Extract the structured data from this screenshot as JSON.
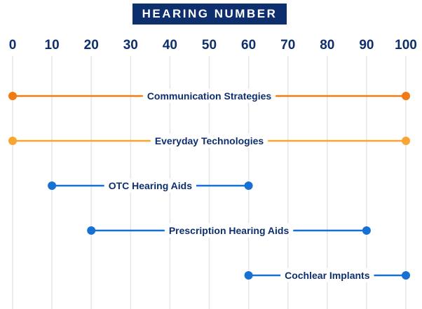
{
  "chart_data": {
    "type": "range",
    "title": "HEARING NUMBER",
    "xlim": [
      0,
      100
    ],
    "ticks": [
      0,
      10,
      20,
      30,
      40,
      50,
      60,
      70,
      80,
      90,
      100
    ],
    "tick_labels": [
      "0",
      "10",
      "20",
      "30",
      "40",
      "50",
      "60",
      "70",
      "80",
      "90",
      "100"
    ],
    "grid": true,
    "series": [
      {
        "label": "Communication Strategies",
        "start": 0,
        "end": 100,
        "color": "#f07b12"
      },
      {
        "label": "Everyday Technologies",
        "start": 0,
        "end": 100,
        "color": "#f9a532"
      },
      {
        "label": "OTC Hearing Aids",
        "start": 10,
        "end": 60,
        "color": "#1770d3"
      },
      {
        "label": "Prescription Hearing Aids",
        "start": 20,
        "end": 90,
        "color": "#1770d3"
      },
      {
        "label": "Cochlear Implants",
        "start": 60,
        "end": 100,
        "color": "#1770d3"
      }
    ],
    "colors": {
      "title_bg": "#0e2f6e",
      "text": "#0e2f6e",
      "grid": "#e6e6e6"
    }
  }
}
